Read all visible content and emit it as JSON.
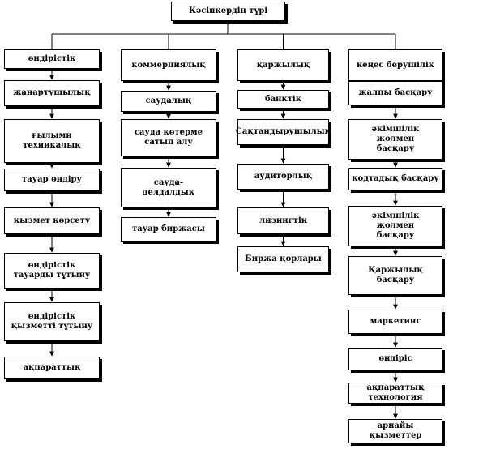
{
  "title": "Кәсіпкердің түрі",
  "columns": [
    {
      "key": "c1",
      "items": [
        "өндірістік",
        "жаңартушылық",
        "ғылыми\nтехникалық",
        "тауар өндіру",
        "қызмет көрсету",
        "өндірістік\nтауарды тұтыну",
        "өндірістік\nқызметті тұтыну",
        "ақпараттық"
      ]
    },
    {
      "key": "c2",
      "items": [
        "коммерциялық",
        "саудалық",
        "сауда көтерме\nсатып алу",
        "сауда-\nделдалдық",
        "тауар биржасы"
      ]
    },
    {
      "key": "c3",
      "items": [
        "қаржылық",
        "банктік",
        "Сақтандырушылық",
        "аудиторлық",
        "лизингтік",
        "Биржа қорлары"
      ]
    },
    {
      "key": "c4",
      "items": [
        "кеңес берушілік",
        "жалпы басқару",
        "әкімшілік жолмен\nбасқару",
        "кодтадық басқару",
        "әкімшілік жолмен\nбасқару",
        "Қаржылық\nбасқару",
        "маркетинг",
        "өндіріс",
        "ақпараттық технология",
        "арнайы қызметтер"
      ]
    }
  ]
}
